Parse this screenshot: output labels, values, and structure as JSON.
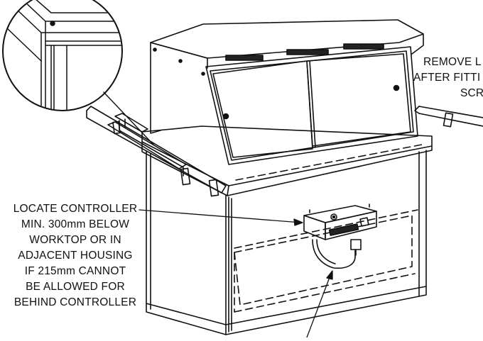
{
  "labels": {
    "controller_note": [
      "LOCATE CONTROLLER",
      "MIN. 300mm BELOW",
      "WORKTOP OR IN",
      "ADJACENT HOUSING",
      "IF 215mm CANNOT",
      "BE ALLOWED FOR",
      "BEHIND CONTROLLER"
    ],
    "remove_note": [
      "REMOVE L",
      "AFTER FITTI",
      "SCR"
    ]
  },
  "colors": {
    "line": "#111111",
    "background": "#ffffff"
  }
}
